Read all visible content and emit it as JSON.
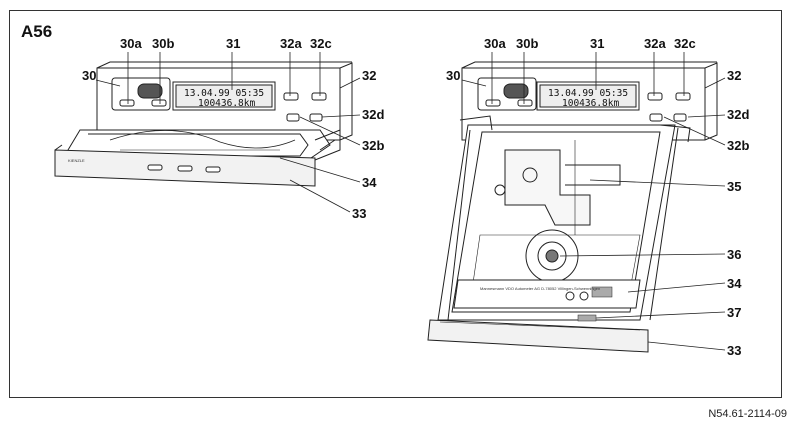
{
  "figure_code": "A56",
  "reference_code": "N54.61-2114-09",
  "left_view": {
    "display_line1": "13.04.99 05:35",
    "display_line2": "100436.8km",
    "brand": "KIENZLE",
    "labels": [
      "30a",
      "30b",
      "31",
      "32a",
      "32c",
      "30",
      "32",
      "32d",
      "32b",
      "34",
      "33"
    ]
  },
  "right_view": {
    "display_line1": "13.04.99 05:35",
    "display_line2": "100436.8km",
    "plate_text": "Mannesmann VDO Autometer AG D-78052 Villingen-Schwenningen",
    "labels": [
      "30a",
      "30b",
      "31",
      "32a",
      "32c",
      "30",
      "32",
      "32d",
      "32b",
      "35",
      "36",
      "34",
      "37",
      "33"
    ]
  },
  "colors": {
    "line": "#222222",
    "shade": "#cfcfcf",
    "paper": "#ffffff"
  }
}
